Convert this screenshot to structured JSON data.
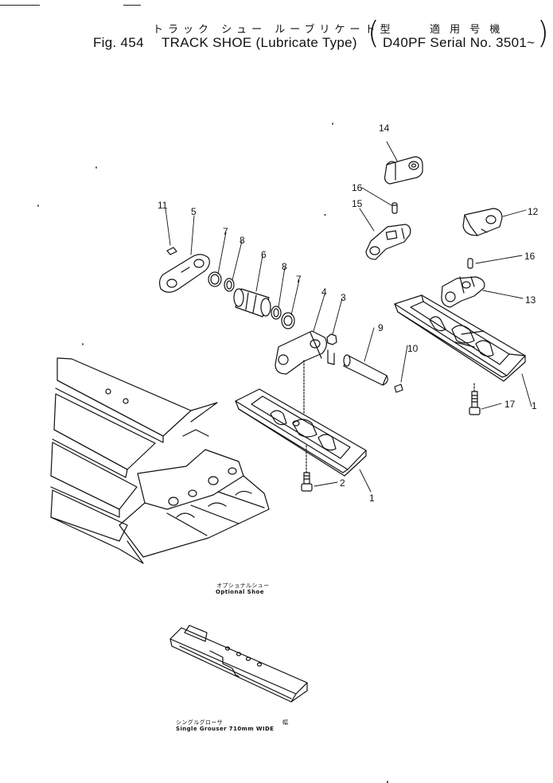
{
  "header": {
    "title_jp": "トラック シュー ルーブリケート型",
    "model_jp": "適 用 号 機",
    "fig_number": "Fig. 454",
    "title_en": "TRACK SHOE (Lubricate Type)",
    "model_en": "D40PF Serial No. 3501~"
  },
  "callouts": [
    {
      "id": "c1a",
      "label": "1"
    },
    {
      "id": "c1b",
      "label": "1"
    },
    {
      "id": "c2",
      "label": "2"
    },
    {
      "id": "c3",
      "label": "3"
    },
    {
      "id": "c4",
      "label": "4"
    },
    {
      "id": "c5",
      "label": "5"
    },
    {
      "id": "c6",
      "label": "6"
    },
    {
      "id": "c7a",
      "label": "7"
    },
    {
      "id": "c7b",
      "label": "7"
    },
    {
      "id": "c8a",
      "label": "8"
    },
    {
      "id": "c8b",
      "label": "8"
    },
    {
      "id": "c9",
      "label": "9"
    },
    {
      "id": "c10",
      "label": "10"
    },
    {
      "id": "c11",
      "label": "11"
    },
    {
      "id": "c12",
      "label": "12"
    },
    {
      "id": "c13",
      "label": "13"
    },
    {
      "id": "c14",
      "label": "14"
    },
    {
      "id": "c15",
      "label": "15"
    },
    {
      "id": "c16a",
      "label": "16"
    },
    {
      "id": "c16b",
      "label": "16"
    },
    {
      "id": "c17",
      "label": "17"
    }
  ],
  "captions": {
    "optional_jp": "オプショナルシュー",
    "optional_en": "Optional Shoe",
    "single_jp": "シングルグローサ",
    "single_jp_right": "幅",
    "single_en": "Single Grouser 710mm WIDE"
  }
}
